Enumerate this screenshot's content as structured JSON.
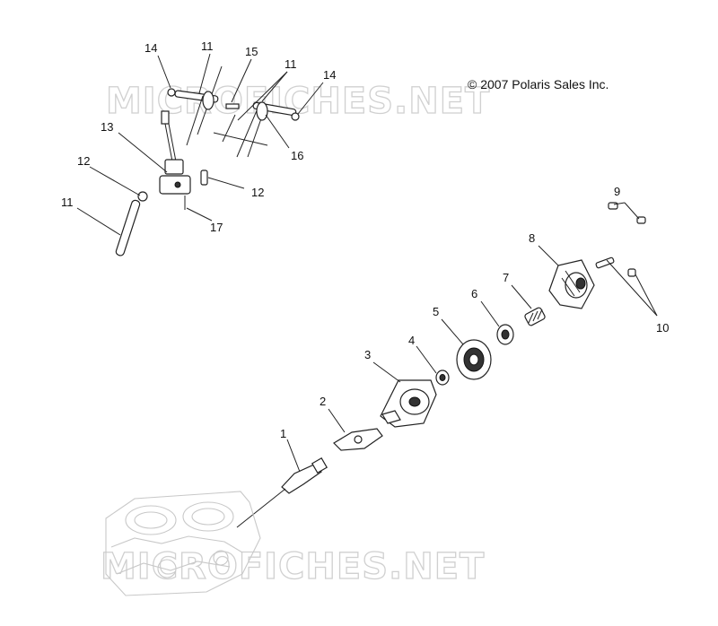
{
  "copyright": "© 2007 Polaris Sales Inc.",
  "watermark": [
    "MICROFICHES.NET",
    "MICROFICHES.NET"
  ],
  "callouts": [
    {
      "id": "c14a",
      "text": "14"
    },
    {
      "id": "c11a",
      "text": "11"
    },
    {
      "id": "c15",
      "text": "15"
    },
    {
      "id": "c11b",
      "text": "11"
    },
    {
      "id": "c14b",
      "text": "14"
    },
    {
      "id": "c13",
      "text": "13"
    },
    {
      "id": "c16",
      "text": "16"
    },
    {
      "id": "c12a",
      "text": "12"
    },
    {
      "id": "c12b",
      "text": "12"
    },
    {
      "id": "c11c",
      "text": "11"
    },
    {
      "id": "c17",
      "text": "17"
    },
    {
      "id": "c9",
      "text": "9"
    },
    {
      "id": "c8",
      "text": "8"
    },
    {
      "id": "c7",
      "text": "7"
    },
    {
      "id": "c6",
      "text": "6"
    },
    {
      "id": "c10",
      "text": "10"
    },
    {
      "id": "c5",
      "text": "5"
    },
    {
      "id": "c4",
      "text": "4"
    },
    {
      "id": "c3",
      "text": "3"
    },
    {
      "id": "c2",
      "text": "2"
    },
    {
      "id": "c1",
      "text": "1"
    }
  ]
}
